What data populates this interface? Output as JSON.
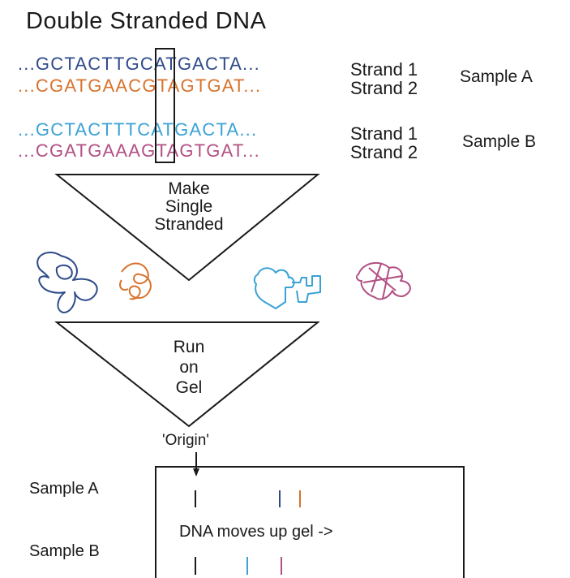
{
  "title": "Double Stranded DNA",
  "sample_a": {
    "strand1_seq": "...GCTACTTGCATGACTA...",
    "strand2_seq": "...CGATGAACGTAGTGAT...",
    "strand1_label": "Strand 1",
    "strand2_label": "Strand 2",
    "label": "Sample A"
  },
  "sample_b": {
    "strand1_seq": "...GCTACTTTCATGACTA...",
    "strand2_seq": "...CGATGAAAGTAGTGAT...",
    "strand1_label": "Strand 1",
    "strand2_label": "Strand 2",
    "label": "Sample B"
  },
  "step1": [
    "Make",
    "Single",
    "Stranded"
  ],
  "step2": [
    "Run",
    "on",
    "Gel"
  ],
  "origin_label": "'Origin'",
  "gel": {
    "sample_a_label": "Sample A",
    "sample_b_label": "Sample B",
    "direction_text": "DNA moves up gel ->"
  },
  "colors": {
    "strand1": "#2e4a8a",
    "strand2_a": "#d9722c",
    "strand1_b": "#3aa2d6",
    "strand2_b": "#b24f83"
  }
}
